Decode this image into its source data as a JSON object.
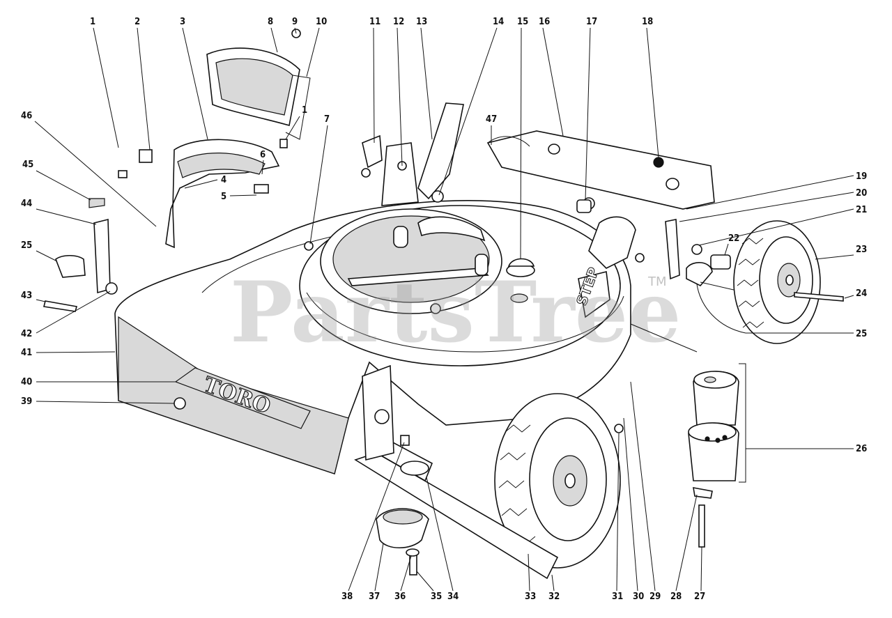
{
  "diagram": {
    "watermark": "PartsTree",
    "trademark": "TM",
    "deck_decal": "TORO",
    "step_decal": "STEP"
  },
  "callouts": [
    {
      "id": "c1a",
      "label": "1"
    },
    {
      "id": "c2",
      "label": "2"
    },
    {
      "id": "c3",
      "label": "3"
    },
    {
      "id": "c8",
      "label": "8"
    },
    {
      "id": "c9",
      "label": "9"
    },
    {
      "id": "c10",
      "label": "10"
    },
    {
      "id": "c11",
      "label": "11"
    },
    {
      "id": "c12",
      "label": "12"
    },
    {
      "id": "c13",
      "label": "13"
    },
    {
      "id": "c14",
      "label": "14"
    },
    {
      "id": "c15",
      "label": "15"
    },
    {
      "id": "c16",
      "label": "16"
    },
    {
      "id": "c17",
      "label": "17"
    },
    {
      "id": "c18",
      "label": "18"
    },
    {
      "id": "c46",
      "label": "46"
    },
    {
      "id": "c7",
      "label": "7"
    },
    {
      "id": "c1b",
      "label": "1"
    },
    {
      "id": "c47",
      "label": "47"
    },
    {
      "id": "c6",
      "label": "6"
    },
    {
      "id": "c45",
      "label": "45"
    },
    {
      "id": "c4",
      "label": "4"
    },
    {
      "id": "c5",
      "label": "5"
    },
    {
      "id": "c19",
      "label": "19"
    },
    {
      "id": "c20",
      "label": "20"
    },
    {
      "id": "c44",
      "label": "44"
    },
    {
      "id": "c21",
      "label": "21"
    },
    {
      "id": "c22",
      "label": "22"
    },
    {
      "id": "c25a",
      "label": "25"
    },
    {
      "id": "c23",
      "label": "23"
    },
    {
      "id": "c43",
      "label": "43"
    },
    {
      "id": "c24",
      "label": "24"
    },
    {
      "id": "c42",
      "label": "42"
    },
    {
      "id": "c25b",
      "label": "25"
    },
    {
      "id": "c41",
      "label": "41"
    },
    {
      "id": "c40",
      "label": "40"
    },
    {
      "id": "c39",
      "label": "39"
    },
    {
      "id": "c26",
      "label": "26"
    },
    {
      "id": "c38",
      "label": "38"
    },
    {
      "id": "c37",
      "label": "37"
    },
    {
      "id": "c36",
      "label": "36"
    },
    {
      "id": "c35",
      "label": "35"
    },
    {
      "id": "c34",
      "label": "34"
    },
    {
      "id": "c33",
      "label": "33"
    },
    {
      "id": "c32",
      "label": "32"
    },
    {
      "id": "c31",
      "label": "31"
    },
    {
      "id": "c30",
      "label": "30"
    },
    {
      "id": "c29",
      "label": "29"
    },
    {
      "id": "c28",
      "label": "28"
    },
    {
      "id": "c27",
      "label": "27"
    }
  ]
}
